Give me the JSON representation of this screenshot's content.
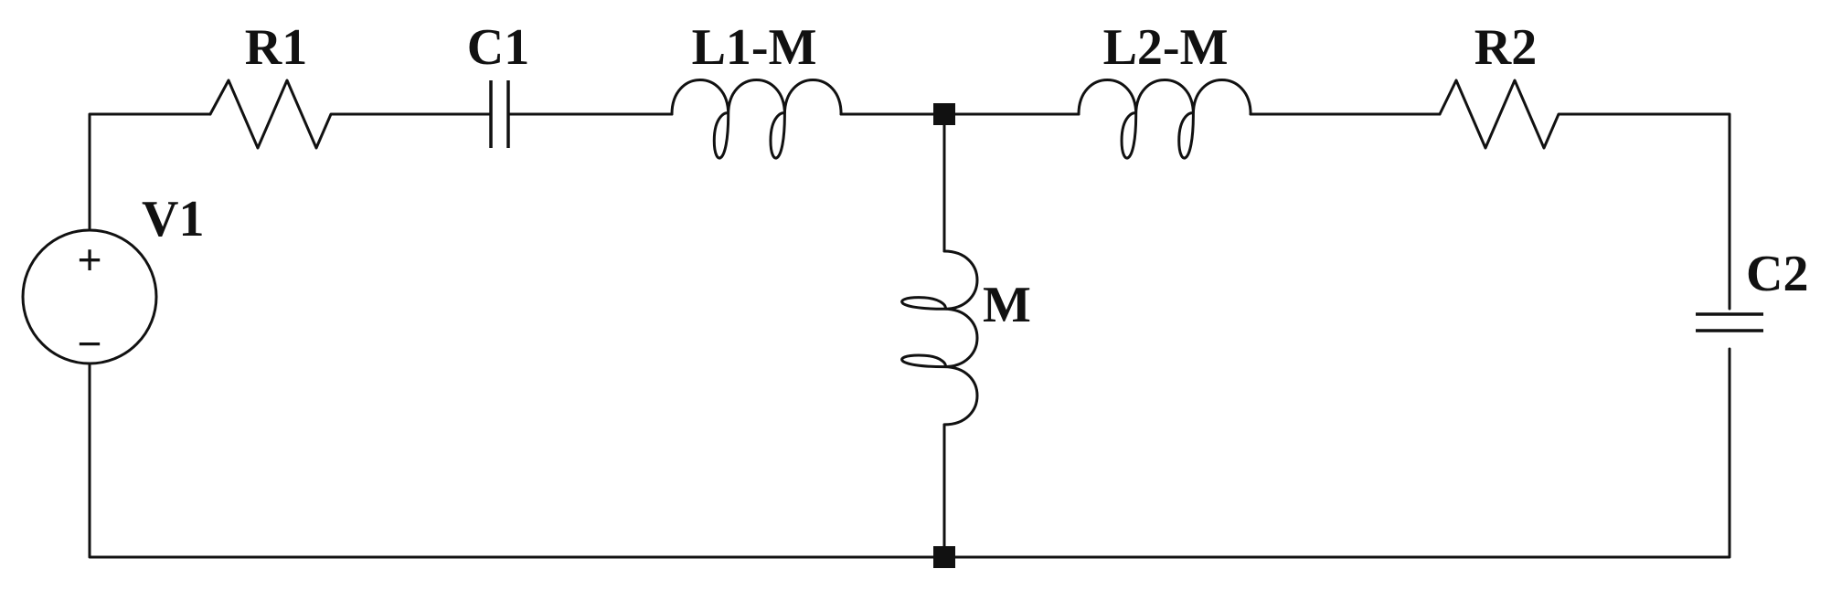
{
  "diagram": {
    "labels": {
      "v1": "V1",
      "r1": "R1",
      "c1": "C1",
      "l1m": "L1-M",
      "l2m": "L2-M",
      "r2": "R2",
      "m": "M",
      "c2": "C2"
    },
    "source_signs": {
      "plus": "+",
      "minus": "−"
    },
    "colors": {
      "ink": "#111111",
      "background": "#ffffff"
    }
  }
}
